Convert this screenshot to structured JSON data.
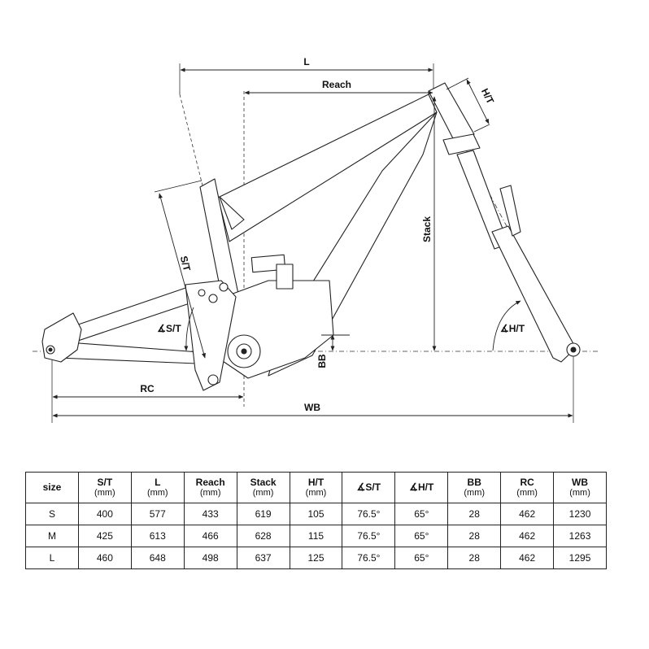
{
  "diagram": {
    "labels": {
      "l": "L",
      "reach": "Reach",
      "ht": "H/T",
      "stack": "Stack",
      "st": "S/T",
      "st_angle": "∡S/T",
      "ht_angle": "∡H/T",
      "bb": "BB",
      "rc": "RC",
      "wb": "WB"
    },
    "colors": {
      "line": "#222222",
      "frame_fill": "#ffffff"
    }
  },
  "table": {
    "columns": [
      {
        "label": "size",
        "unit": ""
      },
      {
        "label": "S/T",
        "unit": "(mm)"
      },
      {
        "label": "L",
        "unit": "(mm)"
      },
      {
        "label": "Reach",
        "unit": "(mm)"
      },
      {
        "label": "Stack",
        "unit": "(mm)"
      },
      {
        "label": "H/T",
        "unit": "(mm)"
      },
      {
        "label": "∡S/T",
        "unit": ""
      },
      {
        "label": "∡H/T",
        "unit": ""
      },
      {
        "label": "BB",
        "unit": "(mm)"
      },
      {
        "label": "RC",
        "unit": "(mm)"
      },
      {
        "label": "WB",
        "unit": "(mm)"
      }
    ],
    "rows": [
      [
        "S",
        "400",
        "577",
        "433",
        "619",
        "105",
        "76.5°",
        "65°",
        "28",
        "462",
        "1230"
      ],
      [
        "M",
        "425",
        "613",
        "466",
        "628",
        "115",
        "76.5°",
        "65°",
        "28",
        "462",
        "1263"
      ],
      [
        "L",
        "460",
        "648",
        "498",
        "637",
        "125",
        "76.5°",
        "65°",
        "28",
        "462",
        "1295"
      ]
    ]
  }
}
